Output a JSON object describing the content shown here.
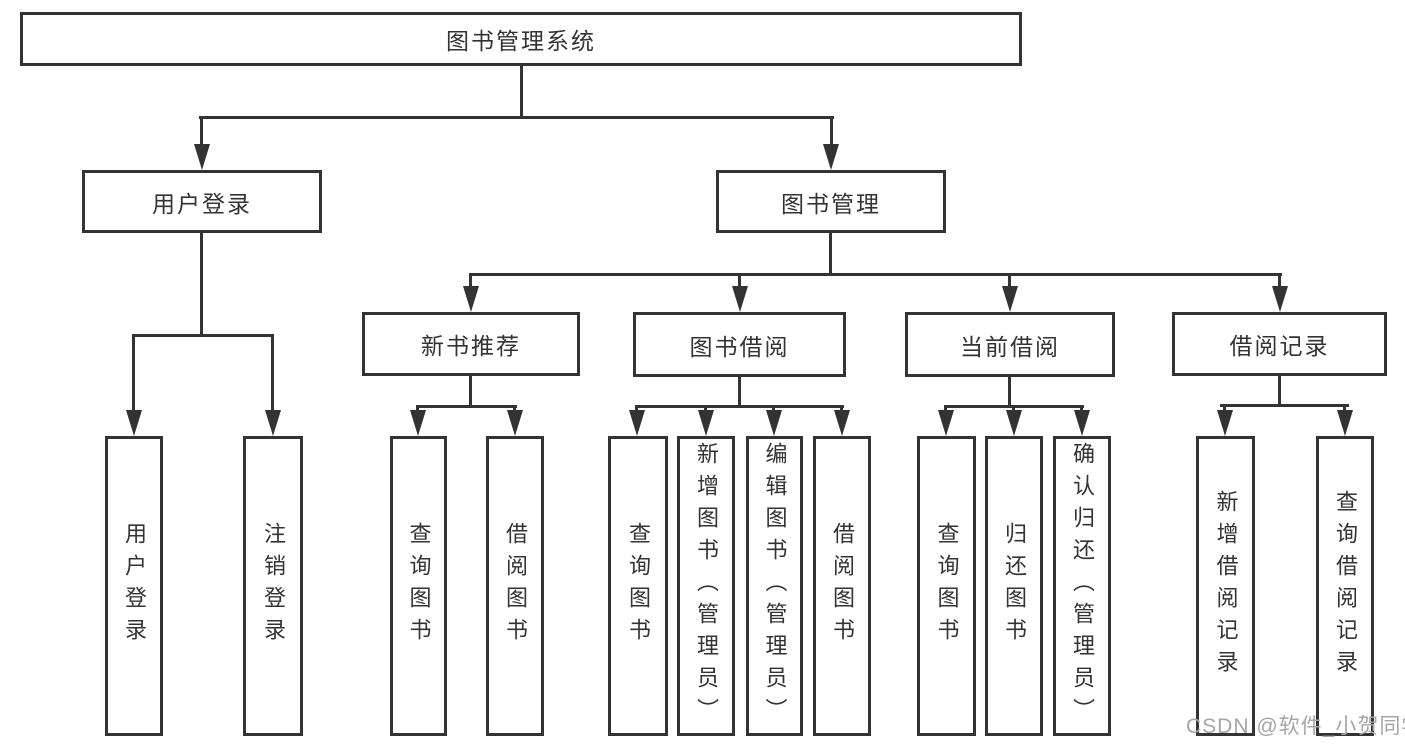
{
  "diagram": {
    "watermark": "CSDN @软件_小贺同学",
    "colors": {
      "line": "#333333",
      "text": "#333333",
      "watermark": "#a6a6a6",
      "background": "#ffffff"
    },
    "tree": {
      "root": "图书管理系统",
      "branches": [
        {
          "label": "用户登录",
          "leaves": [
            "用户登录",
            "注销登录"
          ]
        },
        {
          "label": "图书管理",
          "groups": [
            {
              "label": "新书推荐",
              "leaves": [
                "查询图书",
                "借阅图书"
              ]
            },
            {
              "label": "图书借阅",
              "leaves": [
                "查询图书",
                "新增图书（管理员）",
                "编辑图书（管理员）",
                "借阅图书"
              ]
            },
            {
              "label": "当前借阅",
              "leaves": [
                "查询图书",
                "归还图书",
                "确认归还（管理员）"
              ]
            },
            {
              "label": "借阅记录",
              "leaves": [
                "新增借阅记录",
                "查询借阅记录"
              ]
            }
          ]
        }
      ]
    }
  }
}
